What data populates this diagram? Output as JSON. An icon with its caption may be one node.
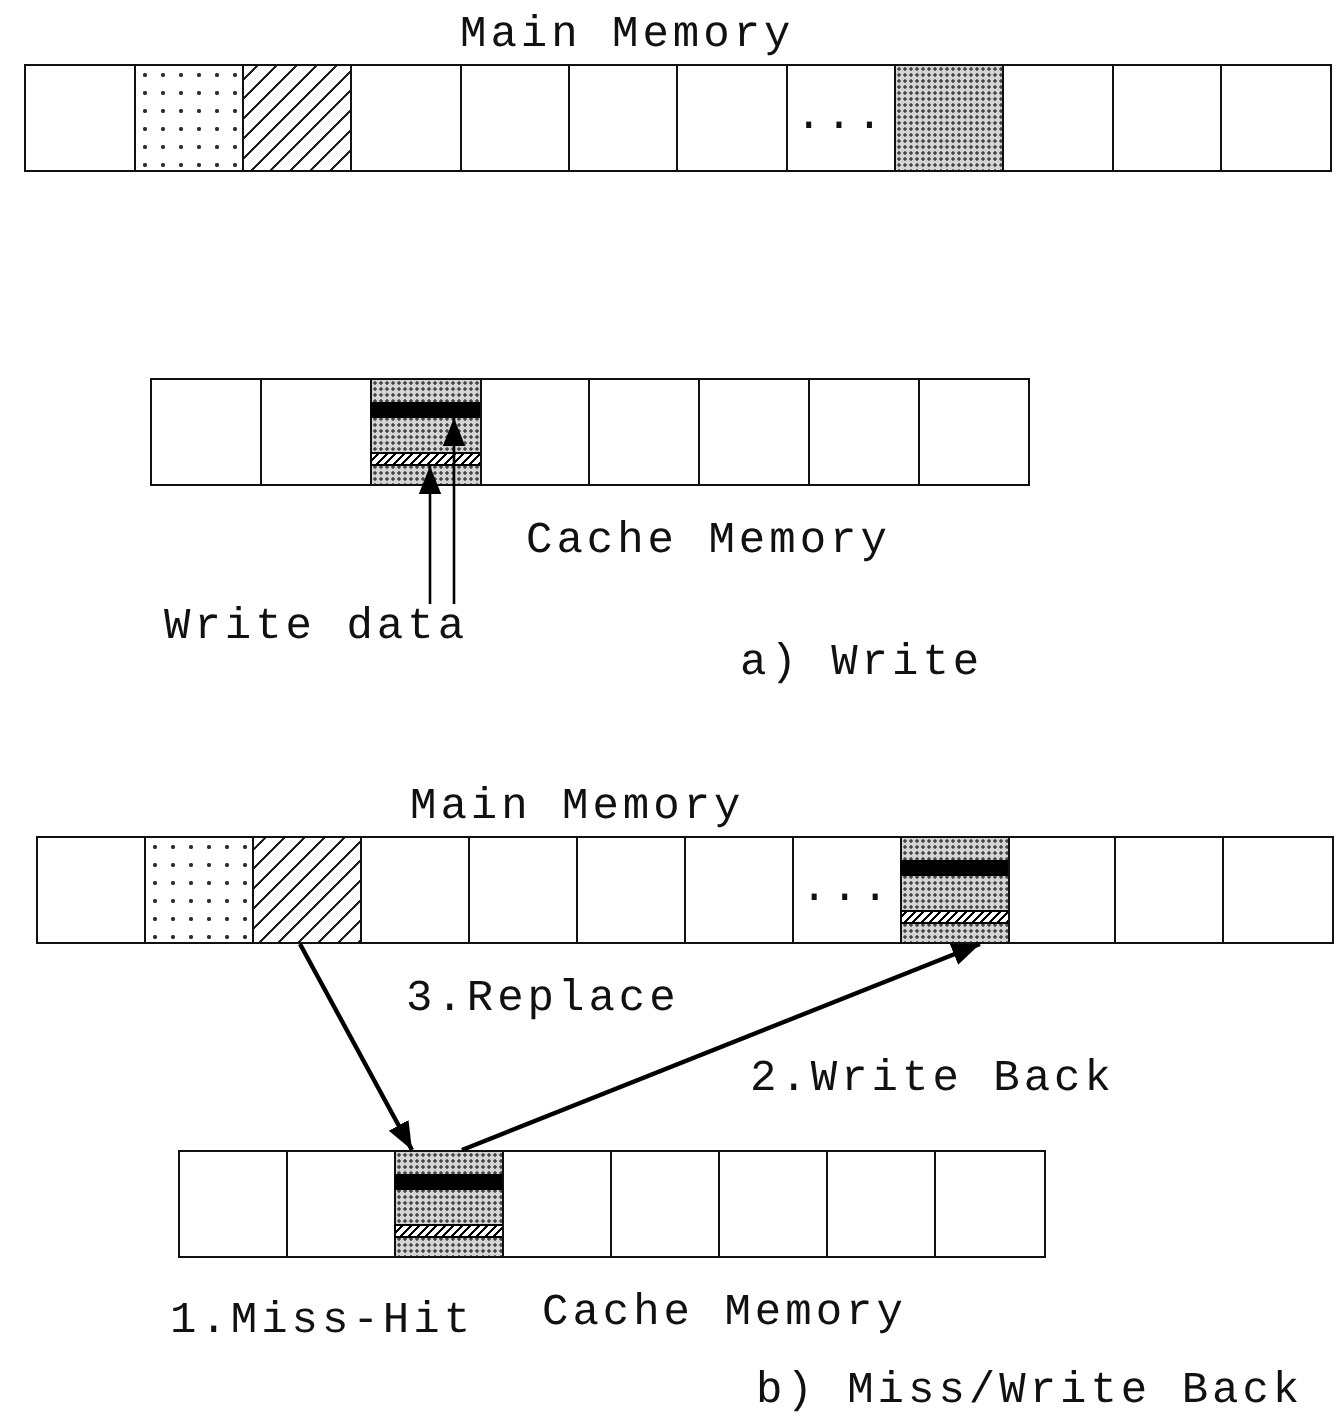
{
  "diagram": {
    "nodes": [
      {
        "text": [
          "Main Memory"
        ]
      },
      {
        "text": [],
        "shape": "box",
        "in": 0
      },
      {
        "text": [],
        "shape": "box",
        "in": 0
      },
      {
        "text": [],
        "shape": "box",
        "in": 0
      },
      {
        "text": [],
        "shape": "box",
        "in": 0
      },
      {
        "text": [],
        "shape": "box",
        "in": 0
      },
      {
        "text": [],
        "shape": "box",
        "in": 0
      },
      {
        "text": [],
        "shape": "box",
        "in": 0
      },
      {
        "text": [
          "..."
        ],
        "in": 0
      },
      {
        "text": [],
        "shape": "box",
        "in": 0
      },
      {
        "text": [],
        "shape": "box",
        "in": 0
      },
      {
        "text": [],
        "shape": "box",
        "in": 0
      },
      {
        "text": [],
        "shape": "box",
        "in": 0
      },
      {
        "text": [
          "Cache Memory"
        ]
      },
      {
        "text": [],
        "shape": "box",
        "in": 13
      },
      {
        "text": [],
        "shape": "box",
        "in": 13
      },
      {
        "text": [],
        "shape": "box",
        "in": 13
      },
      {
        "text": [],
        "shape": "box",
        "in": 13
      },
      {
        "text": [],
        "shape": "box",
        "in": 13
      },
      {
        "text": [],
        "shape": "box",
        "in": 13
      },
      {
        "text": [],
        "shape": "box",
        "in": 13
      },
      {
        "text": [],
        "shape": "box",
        "in": 13
      },
      {
        "text": [],
        "shape": "bar",
        "in": 16
      },
      {
        "text": [],
        "shape": "bar",
        "in": 16
      },
      {
        "text": [
          "Write data"
        ]
      },
      {
        "text": [
          "Main Memory"
        ]
      },
      {
        "text": [],
        "shape": "box",
        "in": 25
      },
      {
        "text": [],
        "shape": "box",
        "in": 25
      },
      {
        "text": [],
        "shape": "box",
        "in": 25
      },
      {
        "text": [],
        "shape": "box",
        "in": 25
      },
      {
        "text": [],
        "shape": "box",
        "in": 25
      },
      {
        "text": [],
        "shape": "box",
        "in": 25
      },
      {
        "text": [],
        "shape": "box",
        "in": 25
      },
      {
        "text": [
          "..."
        ],
        "in": 25
      },
      {
        "text": [],
        "shape": "box",
        "in": 25
      },
      {
        "text": [],
        "shape": "box",
        "in": 25
      },
      {
        "text": [],
        "shape": "box",
        "in": 25
      },
      {
        "text": [],
        "shape": "box",
        "in": 25
      },
      {
        "text": [],
        "shape": "bar",
        "in": 34
      },
      {
        "text": [],
        "shape": "bar",
        "in": 34
      },
      {
        "text": [
          "Cache Memory"
        ]
      },
      {
        "text": [],
        "shape": "box",
        "in": 40
      },
      {
        "text": [],
        "shape": "box",
        "in": 40
      },
      {
        "text": [],
        "shape": "box",
        "in": 40
      },
      {
        "text": [],
        "shape": "box",
        "in": 40
      },
      {
        "text": [],
        "shape": "box",
        "in": 40
      },
      {
        "text": [],
        "shape": "box",
        "in": 40
      },
      {
        "text": [],
        "shape": "box",
        "in": 40
      },
      {
        "text": [],
        "shape": "box",
        "in": 40
      },
      {
        "text": [],
        "shape": "bar",
        "in": 43
      },
      {
        "text": [],
        "shape": "bar",
        "in": 43
      }
    ],
    "edges": [
      {
        "from": 24,
        "to": 23,
        "arrow": "to"
      },
      {
        "from": 24,
        "to": 22,
        "arrow": "to"
      },
      {
        "from": 28,
        "to": 43,
        "arrow": "to",
        "label": "3.Replace"
      },
      {
        "from": 43,
        "to": 34,
        "arrow": "to",
        "label": "2.Write Back"
      }
    ],
    "labels": [
      "a) Write",
      "1.Miss-Hit",
      "b) Miss/Write Back"
    ]
  }
}
